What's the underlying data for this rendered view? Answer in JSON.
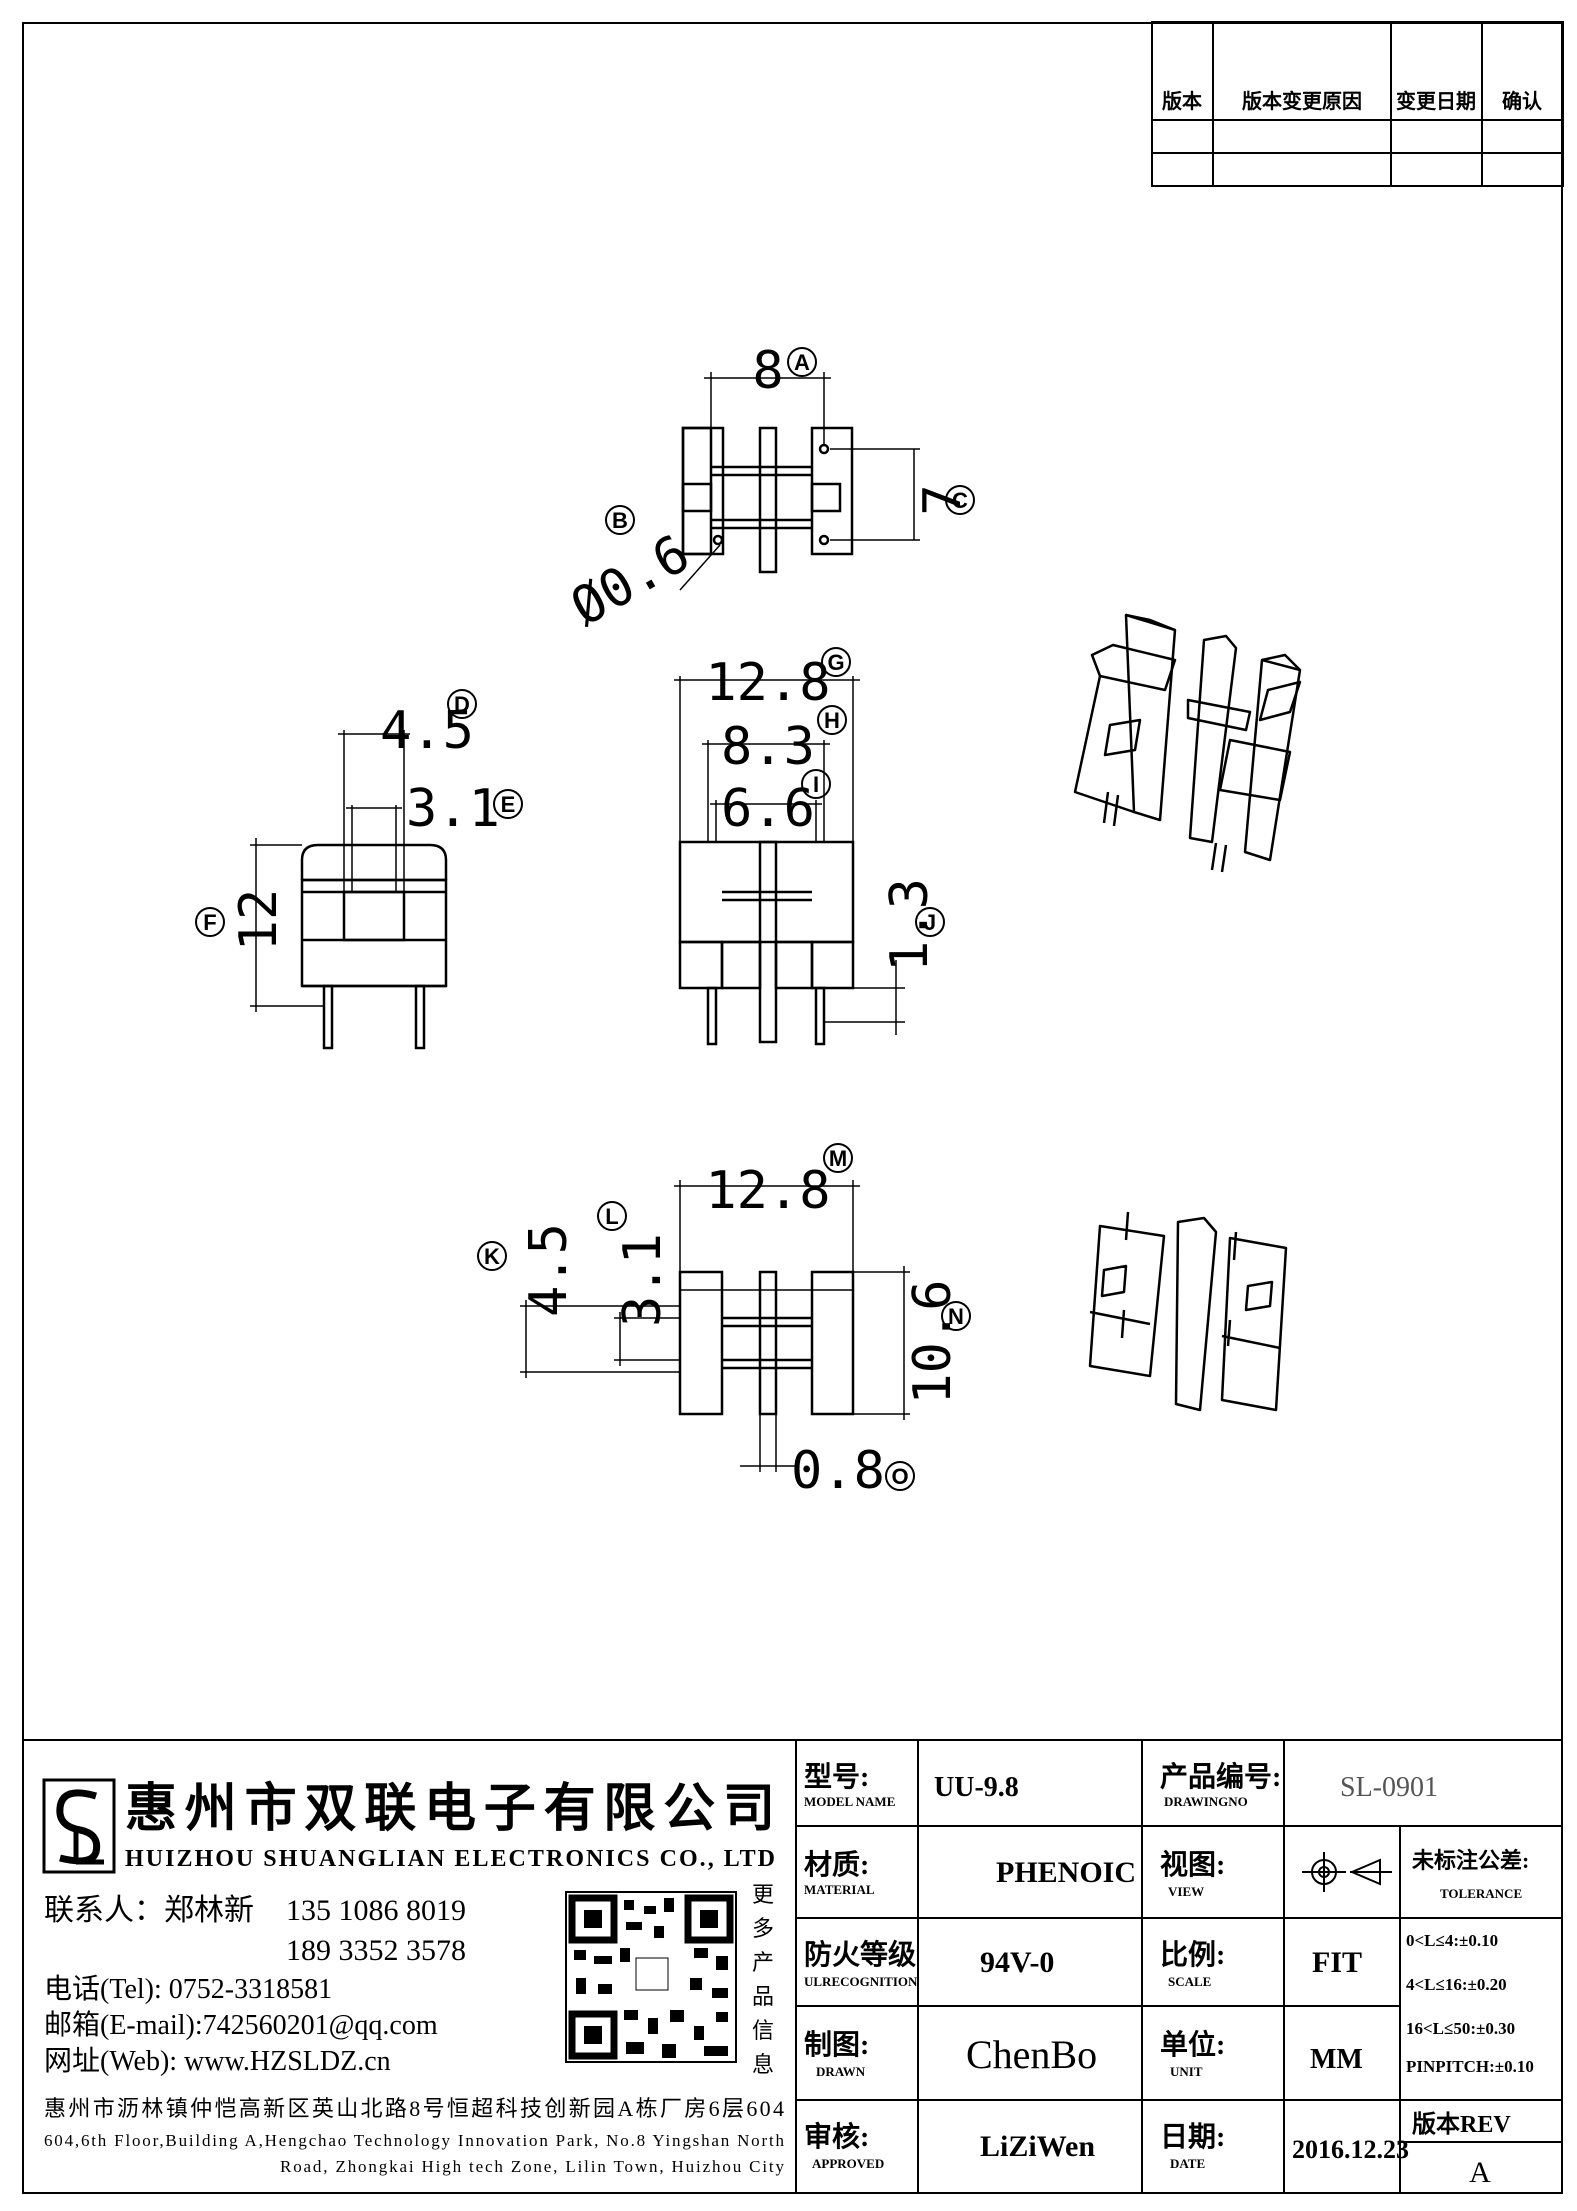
{
  "revision_table": {
    "headers": [
      "版本",
      "版本变更原因",
      "变更日期",
      "确认"
    ]
  },
  "dimensions": {
    "A": {
      "value": "8",
      "ref": "A"
    },
    "B": {
      "value": "Ø0.6",
      "ref": "B"
    },
    "C": {
      "value": "7",
      "ref": "C"
    },
    "D": {
      "value": "4.5",
      "ref": "D"
    },
    "E": {
      "value": "3.1",
      "ref": "E"
    },
    "F": {
      "value": "12",
      "ref": "F"
    },
    "G": {
      "value": "12.8",
      "ref": "G"
    },
    "H": {
      "value": "8.3",
      "ref": "H"
    },
    "I": {
      "value": "6.6",
      "ref": "I"
    },
    "J": {
      "value": "1.3",
      "ref": "J"
    },
    "K": {
      "value": "4.5",
      "ref": "K"
    },
    "L": {
      "value": "3.1",
      "ref": "L"
    },
    "M": {
      "value": "12.8",
      "ref": "M"
    },
    "N": {
      "value": "10.6",
      "ref": "N"
    },
    "O": {
      "value": "0.8",
      "ref": "O"
    }
  },
  "company": {
    "logo_letters": "SL",
    "name_cn": "惠州市双联电子有限公司",
    "name_en": "HUIZHOU SHUANGLIAN ELECTRONICS CO., LTD",
    "contact_label": "联系人：郑林新",
    "phone1": "135 1086 8019",
    "phone2": "189 3352 3578",
    "tel": "电话(Tel): 0752-3318581",
    "email": "邮箱(E-mail):742560201@qq.com",
    "web": "网址(Web): www.HZSLDZ.cn",
    "more_info": [
      "更",
      "多",
      "产",
      "品",
      "信",
      "息"
    ],
    "address_cn": "惠州市沥林镇仲恺高新区英山北路8号恒超科技创新园A栋厂房6层604",
    "address_en1": "604,6th Floor,Building A,Hengchao Technology Innovation Park, No.8 Yingshan North",
    "address_en2": "Road, Zhongkai High tech Zone, Lilin Town, Huizhou City"
  },
  "title_block": {
    "model_label": "型号:",
    "model_sub": "MODEL NAME",
    "model_value": "UU-9.8",
    "drawing_label": "产品编号:",
    "drawing_sub": "DRAWINGNO",
    "drawing_value": "SL-0901",
    "material_label": "材质:",
    "material_sub": "MATERIAL",
    "material_value": "PHENOIC",
    "view_label": "视图:",
    "view_sub": "VIEW",
    "tolerance_label": "未标注公差:",
    "tolerance_sub": "TOLERANCE",
    "fire_label": "防火等级",
    "fire_sub": "ULRECOGNITION",
    "fire_value": "94V-0",
    "scale_label": "比例:",
    "scale_sub": "SCALE",
    "scale_value": "FIT",
    "tol1": "0<L≤4:±0.10",
    "tol2": "4<L≤16:±0.20",
    "tol3": "16<L≤50:±0.30",
    "tol4": "PINPITCH:±0.10",
    "drawn_label": "制图:",
    "drawn_sub": "DRAWN",
    "drawn_value": "ChenBo",
    "unit_label": "单位:",
    "unit_sub": "UNIT",
    "unit_value": "MM",
    "approved_label": "审核:",
    "approved_sub": "APPROVED",
    "approved_value": "LiZiWen",
    "date_label": "日期:",
    "date_sub": "DATE",
    "date_value": "2016.12.23",
    "rev_label": "版本REV",
    "rev_value": "A"
  }
}
